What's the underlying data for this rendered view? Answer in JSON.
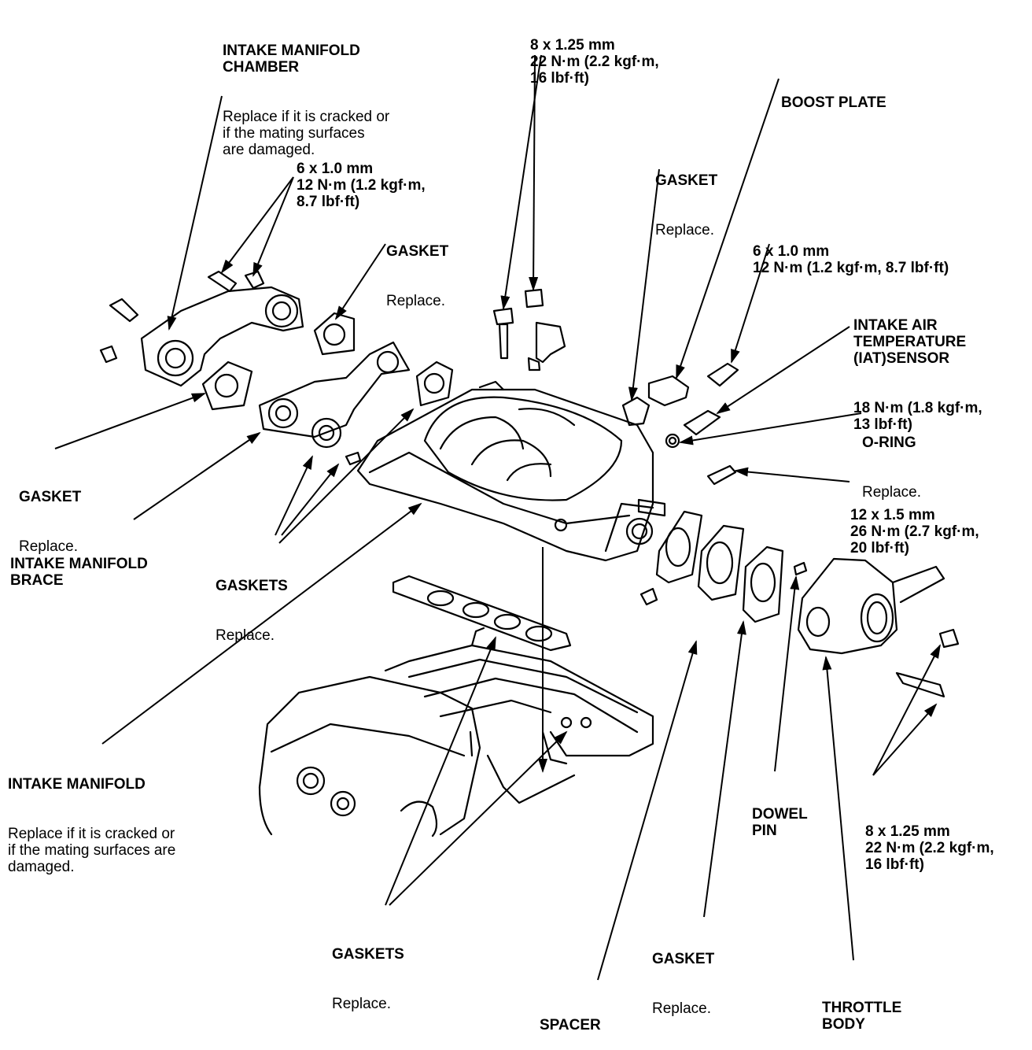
{
  "labels": {
    "intake_manifold_chamber": {
      "title": "INTAKE MANIFOLD\nCHAMBER",
      "note": "Replace if it is cracked or\nif the mating surfaces\nare damaged."
    },
    "bolt_8x125_top": {
      "spec": "8 x 1.25 mm\n22 N·m (2.2 kgf·m,\n16 lbf·ft)"
    },
    "boost_plate": {
      "title": "BOOST PLATE"
    },
    "bolt_6x10_left": {
      "spec": "6 x 1.0 mm\n12 N·m (1.2 kgf·m,\n8.7 lbf·ft)"
    },
    "gasket_top_right": {
      "title": "GASKET",
      "note": "Replace."
    },
    "gasket_top_mid": {
      "title": "GASKET",
      "note": "Replace."
    },
    "bolt_6x10_right": {
      "spec": "6 x 1.0 mm\n12 N·m (1.2 kgf·m, 8.7 lbf·ft)"
    },
    "iat_sensor": {
      "title": "INTAKE AIR\nTEMPERATURE\n(IAT)SENSOR",
      "spec": "18 N·m (1.8 kgf·m,\n13 lbf·ft)"
    },
    "o_ring": {
      "title": "O-RING",
      "note": "Replace."
    },
    "bolt_12x15": {
      "spec": "12 x 1.5 mm\n26 N·m (2.7 kgf·m,\n20 lbf·ft)"
    },
    "gasket_left": {
      "title": "GASKET",
      "note": "Replace."
    },
    "intake_manifold_brace": {
      "title": "INTAKE MANIFOLD\nBRACE"
    },
    "gaskets_mid": {
      "title": "GASKETS",
      "note": "Replace."
    },
    "intake_manifold": {
      "title": "INTAKE MANIFOLD",
      "note": "Replace if it is cracked or\nif the mating surfaces are\ndamaged."
    },
    "dowel_pin": {
      "title": "DOWEL\nPIN"
    },
    "bolt_8x125_bottom": {
      "spec": "8 x 1.25 mm\n22 N·m (2.2 kgf·m,\n16 lbf·ft)"
    },
    "gaskets_bottom": {
      "title": "GASKETS",
      "note": "Replace."
    },
    "gasket_bottom": {
      "title": "GASKET",
      "note": "Replace."
    },
    "spacer": {
      "title": "SPACER"
    },
    "throttle_body": {
      "title": "THROTTLE\nBODY"
    }
  }
}
